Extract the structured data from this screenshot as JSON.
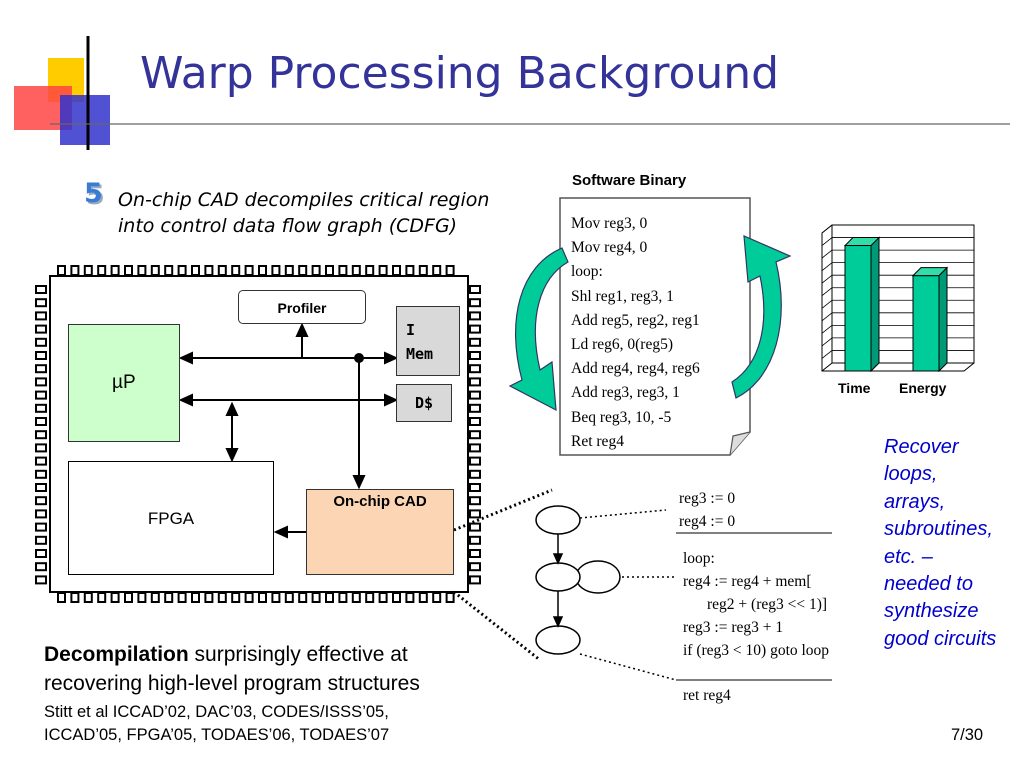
{
  "slide": {
    "title": "Warp Processing Background",
    "bullet_number": "5",
    "bullet_lines": [
      "On-chip CAD decompiles critical region",
      "into control data flow graph (CDFG)"
    ],
    "page_number": "7/30"
  },
  "software_binary": {
    "title": "Software Binary",
    "lines": [
      "Mov reg3, 0",
      "Mov reg4, 0",
      "loop:",
      "Shl reg1, reg3, 1",
      "Add reg5, reg2, reg1",
      "Ld reg6, 0(reg5)",
      "Add reg4, reg4, reg6",
      "Add reg3, reg3, 1",
      "Beq reg3, 10, -5",
      "Ret reg4"
    ]
  },
  "chart_data": {
    "type": "bar",
    "categories": [
      "Time",
      "Energy"
    ],
    "values": [
      100,
      76
    ],
    "ylim": [
      0,
      110
    ],
    "grid": true,
    "title": "",
    "xlabel": "",
    "ylabel": "",
    "bar_color": "#00cc99"
  },
  "recover_text": [
    "Recover",
    "loops,",
    "arrays,",
    "subroutines,",
    "etc. –",
    "needed to",
    "synthesize",
    "good circuits"
  ],
  "chip": {
    "profiler": "Profiler",
    "imem_line1": "I",
    "imem_line2": "Mem",
    "dcache": "D$",
    "up": "µP",
    "fpga": "FPGA",
    "cad": "On-chip CAD"
  },
  "cdfg_code": {
    "block1": [
      "reg3 := 0",
      "reg4 := 0"
    ],
    "block2": [
      "loop:",
      "reg4 := reg4 + mem[",
      "    reg2 + (reg3 << 1)]",
      "reg3 := reg3 + 1",
      "if (reg3 < 10) goto loop"
    ],
    "block3": [
      "ret reg4"
    ]
  },
  "bottom": {
    "decomp_bold": "Decompilation",
    "decomp_rest": " surprisingly effective at",
    "decomp_line2": "recovering high-level program structures",
    "cite_line1": "Stitt et al ICCAD’02, DAC’03, CODES/ISSS’05,",
    "cite_line2": "ICCAD’05, FPGA’05, TODAES’06, TODAES’07"
  },
  "colors": {
    "title": "#333399",
    "recover_text": "#0000cc",
    "up_fill": "#ccffcc",
    "cad_fill": "#fcd5b4",
    "arrow_fill": "#00cc99"
  }
}
